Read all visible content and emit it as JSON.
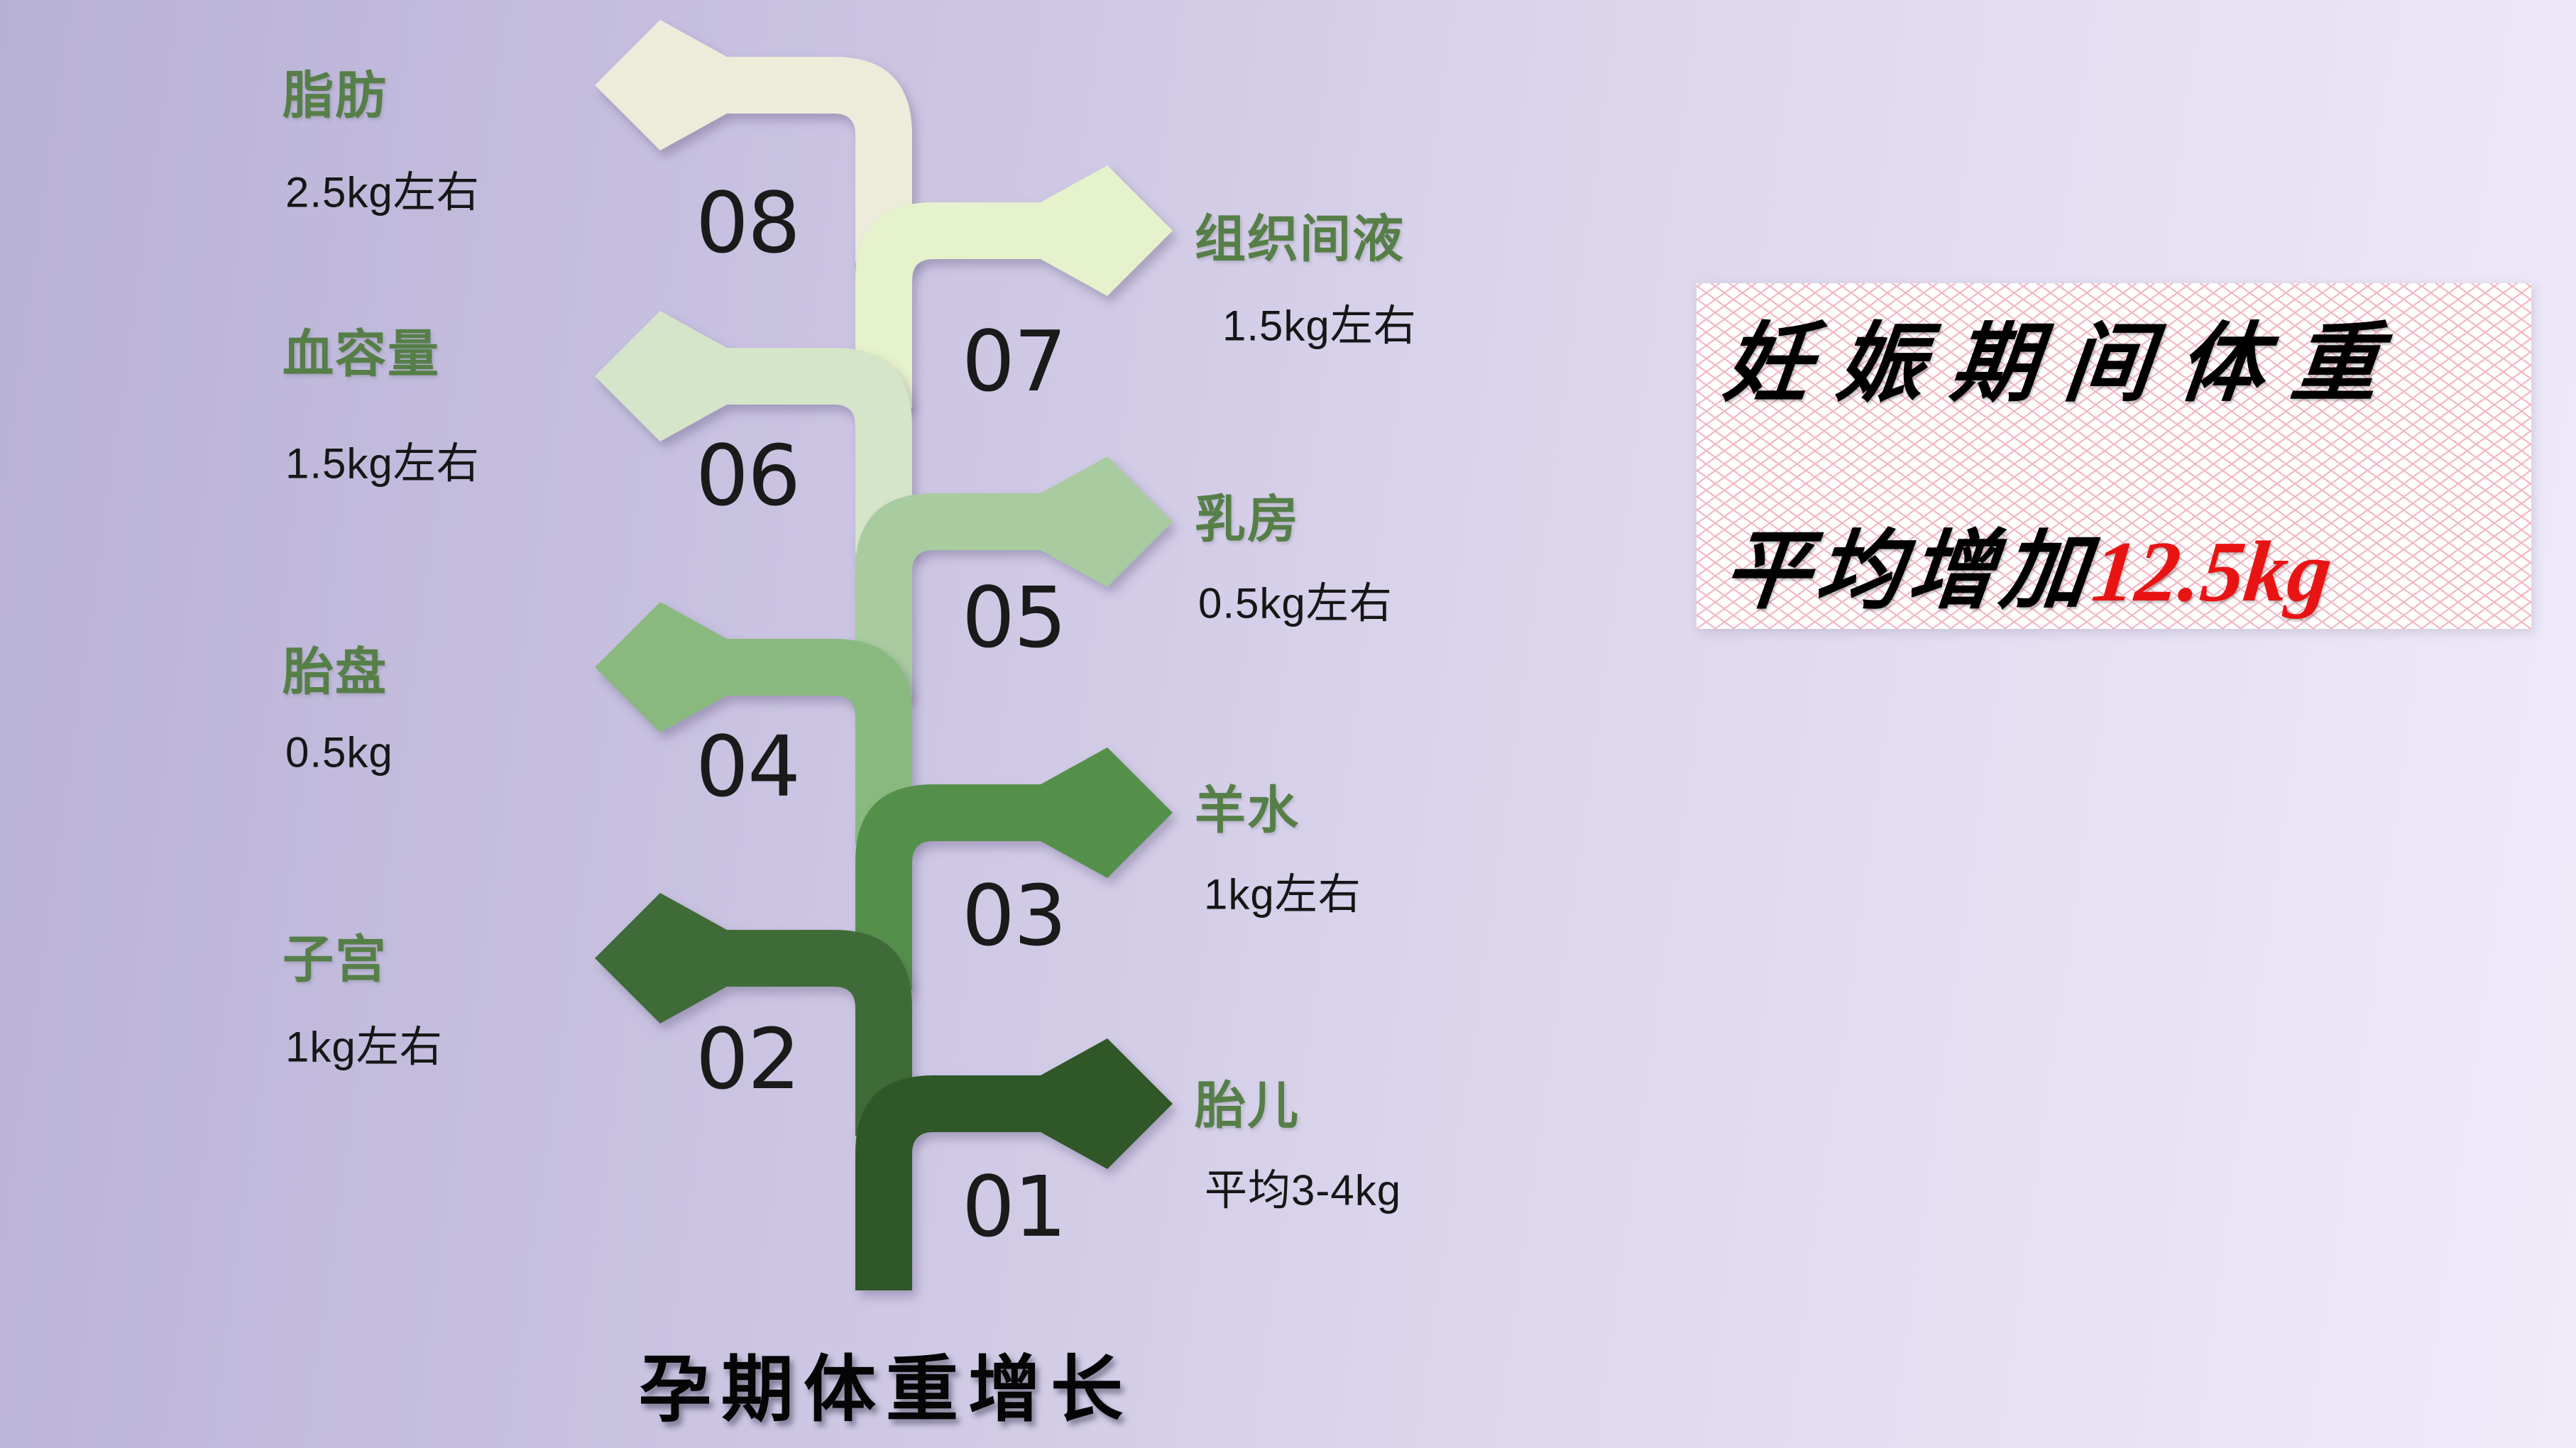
{
  "background": {
    "left": "#b8b1d6",
    "mid1": "#c9c2e1",
    "mid2": "#ded8ee",
    "right": "#f0ebf9"
  },
  "diagram": {
    "label_color": "#567f48",
    "number_color": "#1a1a1a",
    "value_color": "#161616",
    "branches": [
      {
        "number": "01",
        "label": "胎儿",
        "value": "平均3-4kg",
        "side": "right",
        "color": "#2f5728"
      },
      {
        "number": "02",
        "label": "子宫",
        "value": "1kg左右",
        "side": "left",
        "color": "#3f6b38"
      },
      {
        "number": "03",
        "label": "羊水",
        "value": "1kg左右",
        "side": "right",
        "color": "#55904b"
      },
      {
        "number": "04",
        "label": "胎盘",
        "value": "0.5kg",
        "side": "left",
        "color": "#8ab980"
      },
      {
        "number": "05",
        "label": "乳房",
        "value": "0.5kg左右",
        "side": "right",
        "color": "#a8cb9f"
      },
      {
        "number": "06",
        "label": "血容量",
        "value": "1.5kg左右",
        "side": "left",
        "color": "#d5e5ca"
      },
      {
        "number": "07",
        "label": "组织间液",
        "value": "1.5kg左右",
        "side": "right",
        "color": "#e6f2cc"
      },
      {
        "number": "08",
        "label": "脂肪",
        "value": "2.5kg左右",
        "side": "left",
        "color": "#edecdb"
      }
    ]
  },
  "title_box": {
    "line1": "妊娠期间体重",
    "line2_black": "平均增加",
    "line2_red": "12.5kg",
    "red_color": "#e81414",
    "pattern_color": "#f2b8c4"
  },
  "footer": {
    "title": "孕期体重增长"
  }
}
